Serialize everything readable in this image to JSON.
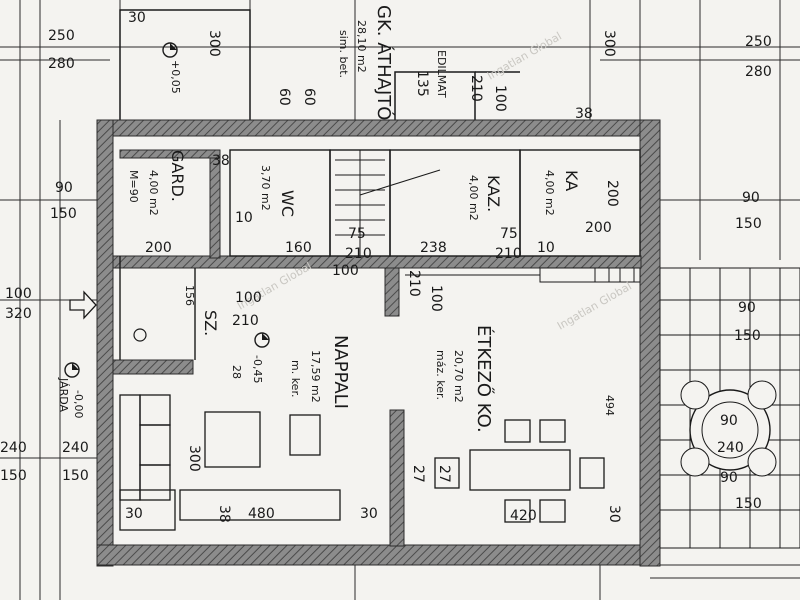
{
  "palette": {
    "paper": "#f4f3f0",
    "ink": "#1a1a1a",
    "wall": "#6b6b6b",
    "hatch": "#9a9a9a"
  },
  "rooms": {
    "gard": {
      "name": "GARD.",
      "area": "4,00 m2",
      "extra": "M=90"
    },
    "wc": {
      "name": "WC",
      "area": "3,70 m2"
    },
    "kaz": {
      "name": "KAZ.",
      "area": "4,00 m2"
    },
    "ka": {
      "name": "KA",
      "area": "4,00 m2"
    },
    "nappali": {
      "name": "NAPPALI",
      "area": "17,59 m2",
      "floor": "m. ker."
    },
    "etkezo": {
      "name": "ÉTKEZŐ KO.",
      "area": "20,70 m2",
      "floor": "máz. ker."
    },
    "gk": {
      "name": "GK. ÁTHAJTÓ",
      "area": "28,10 m2",
      "floor": "sim. bet."
    },
    "szk": {
      "name": "SZ."
    }
  },
  "levels": {
    "upper": "+0,05",
    "jarda": "JÁRDA",
    "jarda_level": "-0,00",
    "inner": "-0,45"
  },
  "dims": {
    "d30": "30",
    "d250": "250",
    "d280": "280",
    "d300": "300",
    "d60": "60",
    "d135": "135",
    "d210": "210",
    "d100": "100",
    "d38": "38",
    "d90": "90",
    "d150": "150",
    "d200": "200",
    "d10": "10",
    "d160": "160",
    "d75": "75",
    "d238": "238",
    "d156": "156",
    "d320": "320",
    "d240": "240",
    "d28": "28",
    "d27": "27",
    "d480": "480",
    "d420": "420",
    "d494": "494",
    "edilmat": "EDILMAT"
  },
  "watermark": "Ingatlan Global"
}
